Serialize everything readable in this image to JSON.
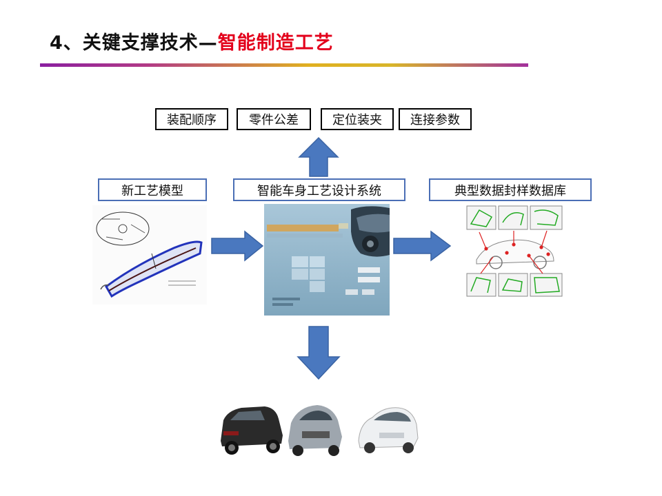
{
  "header": {
    "title_prefix": "4、关键支撑技术—",
    "title_highlight": "智能制造工艺"
  },
  "top_boxes": [
    "装配顺序",
    "零件公差",
    "定位装夹",
    "连接参数"
  ],
  "blue_boxes": {
    "left": "新工艺模型",
    "center": "智能车身工艺设计系统",
    "right": "典型数据封样数据库"
  },
  "colors": {
    "accent_red": "#e3001b",
    "arrow_blue": "#4a78bf",
    "box_blue_border": "#4a6eb5"
  }
}
